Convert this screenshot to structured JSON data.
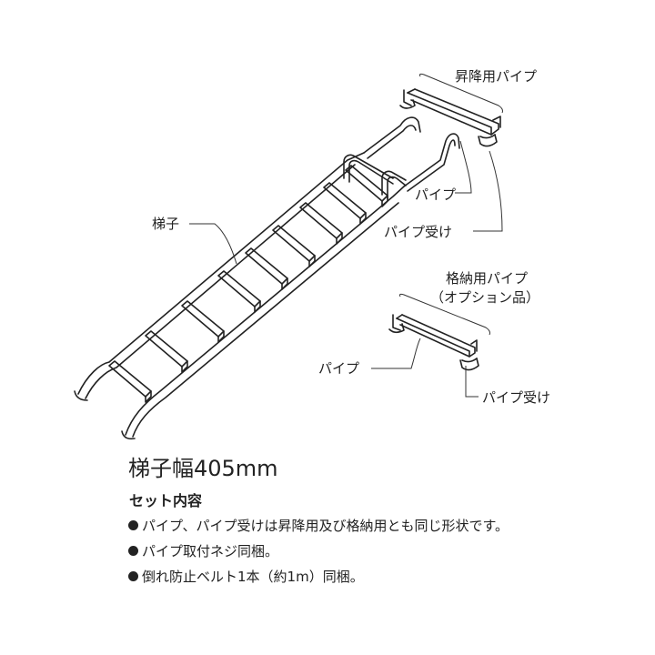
{
  "labels": {
    "raising_pipe": "昇降用パイプ",
    "pipe_upper": "パイプ",
    "pipe_receiver_upper": "パイプ受け",
    "ladder": "梯子",
    "storage_pipe_line1": "格納用パイプ",
    "storage_pipe_line2": "（オプション品）",
    "pipe_lower": "パイプ",
    "pipe_receiver_lower": "パイプ受け"
  },
  "title": "梯子幅405mm",
  "set_contents": {
    "heading": "セット内容",
    "items": [
      "パイプ、パイプ受けは昇降用及び格納用とも同じ形状です。",
      "パイプ取付ネジ同梱。",
      "倒れ防止ベルト1本（約1m）同梱。"
    ]
  }
}
